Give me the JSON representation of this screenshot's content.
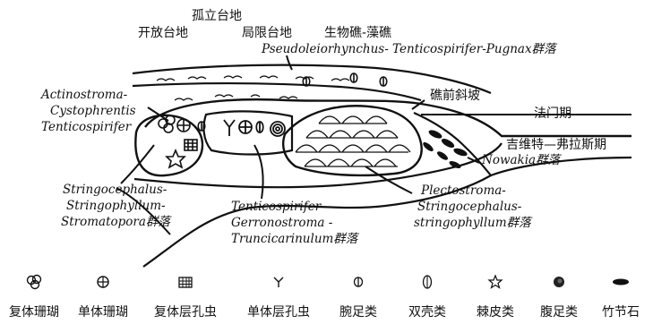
{
  "environments": {
    "isolated_platform": "孤立台地",
    "open_platform": "开放台地",
    "restricted_platform": "局限台地",
    "reef": "生物礁-藻礁",
    "fore_reef_slope": "礁前斜坡"
  },
  "stages": {
    "famennian": "法门期",
    "givetian_frasnian": "吉维特—弗拉斯期"
  },
  "communities": {
    "pseudoleiorhynchus": "Pseudoleiorhynchus- Tenticospirifer-Pugnax群落",
    "actinostroma_1": "Actinostroma-",
    "actinostroma_2": "Cystophrentis",
    "actinostroma_3": "Tenticospirifer",
    "stringocephalus_1": "Stringocephalus-",
    "stringocephalus_2": "Stringophyllum-",
    "stringocephalus_3": "Stromatopora群落",
    "tenticospirifer_1": "Tenticospirifer-",
    "tenticospirifer_2": "Gerronostroma -",
    "tenticospirifer_3": "Truncicarinulum群落",
    "plectostroma_1": "Plectostroma-",
    "plectostroma_2": "Stringocephalus-",
    "plectostroma_3": "stringophyllum群落",
    "nowakia": "Nowakia群落"
  },
  "legend": [
    {
      "icon": "compound-coral-icon",
      "label": "复体珊瑚"
    },
    {
      "icon": "solitary-coral-icon",
      "label": "单体珊瑚"
    },
    {
      "icon": "compound-stromatoporoid-icon",
      "label": "复体层孔虫"
    },
    {
      "icon": "solitary-stromatoporoid-icon",
      "label": "单体层孔虫"
    },
    {
      "icon": "brachiopod-icon",
      "label": "腕足类"
    },
    {
      "icon": "bivalve-icon",
      "label": "双壳类"
    },
    {
      "icon": "echinoderm-icon",
      "label": "棘皮类"
    },
    {
      "icon": "gastropod-icon",
      "label": "腹足类"
    },
    {
      "icon": "tentaculite-icon",
      "label": "竹节石"
    }
  ]
}
